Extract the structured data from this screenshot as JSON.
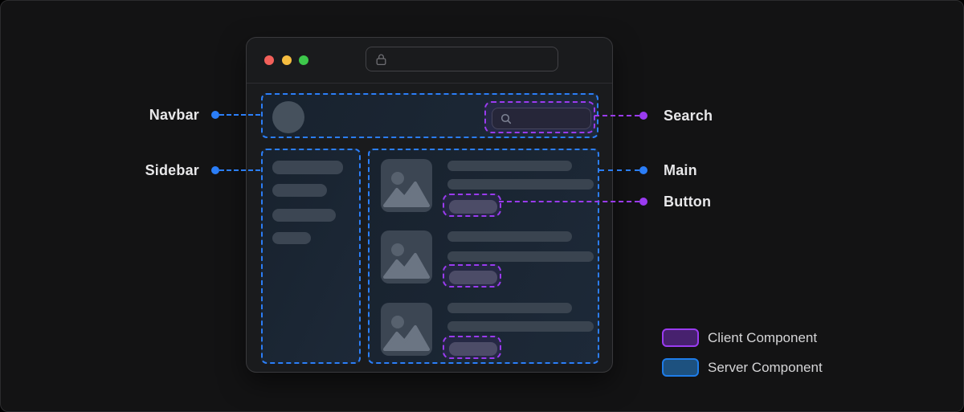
{
  "colors": {
    "canvas_bg": "#131314",
    "window_bg": "#1a1b1d",
    "server_accent": "#2b7ef8",
    "client_accent": "#9a3bf0",
    "placeholder": "#3c4653",
    "traffic_red": "#f3605a",
    "traffic_yellow": "#f6bd40",
    "traffic_green": "#3dc84b",
    "legend_client_fill": "#47216e",
    "legend_server_fill": "#1d517f",
    "legend_server_border": "#1e7ce8"
  },
  "annotations": {
    "navbar": {
      "label": "Navbar",
      "type": "server"
    },
    "sidebar": {
      "label": "Sidebar",
      "type": "server"
    },
    "search": {
      "label": "Search",
      "type": "client"
    },
    "main": {
      "label": "Main",
      "type": "server"
    },
    "button": {
      "label": "Button",
      "type": "client"
    }
  },
  "legend": {
    "client_label": "Client Component",
    "server_label": "Server Component"
  },
  "icons": {
    "lock": "lock-icon",
    "search": "search-icon",
    "image": "image-icon"
  }
}
